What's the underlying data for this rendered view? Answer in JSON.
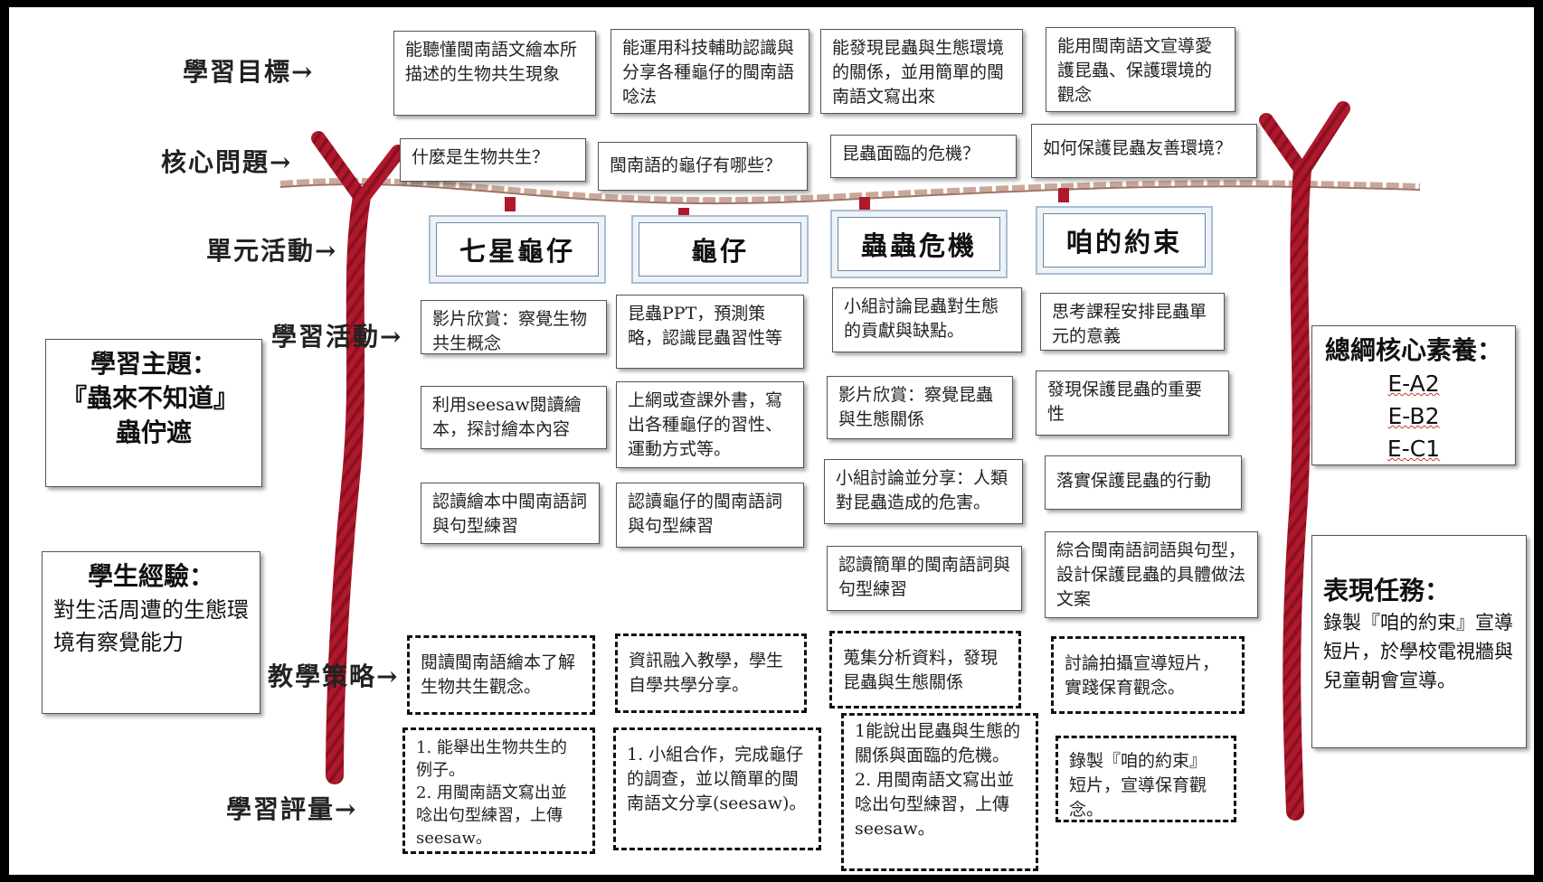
{
  "row_labels": {
    "goals": "學習目標→",
    "core_questions": "核心問題→",
    "unit_activities": "單元活動→",
    "learning_activities": "學習活動→",
    "strategies": "教學策略→",
    "assessment": "學習評量→"
  },
  "goals": [
    "能聽懂閩南語文繪本所描述的生物共生現象",
    "能運用科技輔助認識與分享各種龜仔的閩南語唸法",
    "能發現昆蟲與生態環境的關係，並用簡單的閩南語文寫出來",
    "能用閩南語文宣導愛護昆蟲、保護環境的觀念"
  ],
  "core_questions": [
    "什麼是生物共生？",
    "閩南語的龜仔有哪些？",
    "昆蟲面臨的危機？",
    "如何保護昆蟲友善環境？"
  ],
  "units": [
    "七星龜仔",
    "龜仔",
    "蟲蟲危機",
    "咱的約束"
  ],
  "activities": {
    "col1": [
      "影片欣賞：察覺生物共生概念",
      "利用seesaw閱讀繪本，探討繪本內容",
      "認讀繪本中閩南語詞與句型練習"
    ],
    "col2": [
      "昆蟲PPT，預測策略，認識昆蟲習性等",
      "上網或查課外書，寫出各種龜仔的習性、運動方式等。",
      "認讀龜仔的閩南語詞與句型練習"
    ],
    "col3": [
      "小組討論昆蟲對生態的貢獻與缺點。",
      "影片欣賞：察覺昆蟲與生態關係",
      "小組討論並分享：人類對昆蟲造成的危害。",
      "認讀簡單的閩南語詞與句型練習"
    ],
    "col4": [
      "思考課程安排昆蟲單元的意義",
      "發現保護昆蟲的重要性",
      "落實保護昆蟲的行動",
      "綜合閩南語詞語與句型，設計保護昆蟲的具體做法文案"
    ]
  },
  "strategies": [
    "閱讀閩南語繪本了解生物共生觀念。",
    "資訊融入教學，學生自學共學分享。",
    "蒐集分析資料，發現昆蟲與生態關係",
    "討論拍攝宣導短片，實踐保育觀念。"
  ],
  "assessment": [
    "1. 能舉出生物共生的例子。\n2. 用閩南語文寫出並唸出句型練習，上傳seesaw。",
    "1. 小組合作，完成龜仔的調查，並以簡單的閩南語文分享(seesaw)。",
    "1能說出昆蟲與生態的關係與面臨的危機。\n 2. 用閩南語文寫出並唸出句型練習，上傳seesaw。",
    "錄製『咱的約束』短片，宣導保育觀念。"
  ],
  "theme": {
    "title": "學習主題：",
    "name": "『蟲來不知道』",
    "sub": "蟲佇遮"
  },
  "experience": {
    "title": "學生經驗：",
    "text": "對生活周遭的生態環境有察覺能力"
  },
  "competency": {
    "title": "總綱核心素養：",
    "items": [
      "E-A2",
      "E-B2",
      "E-C1"
    ]
  },
  "task": {
    "title": "表現任務：",
    "text": "錄製『咱的約束』宣導短片，於學校電視牆與兒童朝會宣導。"
  },
  "colors": {
    "rope": "#b0182c",
    "rope_shadow": "#6e0c18",
    "string": "#c9a89a",
    "unit_border": "#6d87a5"
  }
}
